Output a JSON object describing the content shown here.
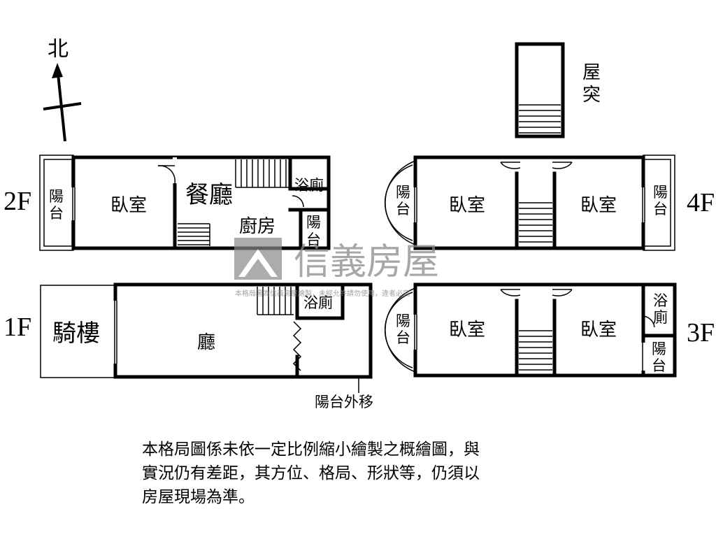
{
  "compass": {
    "north_label": "北"
  },
  "floors": {
    "f1": {
      "label": "1F",
      "rooms": {
        "arcade": "騎樓",
        "hall": "廳",
        "bath": "浴廁",
        "balcony_note": "陽台外移"
      }
    },
    "f2": {
      "label": "2F",
      "rooms": {
        "balcony": "陽台",
        "bedroom": "臥室",
        "dining": "餐廳",
        "kitchen": "廚房",
        "bath": "浴廁",
        "balcony_small": "陽台"
      }
    },
    "f3": {
      "label": "3F",
      "rooms": {
        "balcony_left": "陽台",
        "bedroom_left": "臥室",
        "bedroom_right": "臥室",
        "bath": "浴廁",
        "balcony_right": "陽台"
      }
    },
    "f4": {
      "label": "4F",
      "rooms": {
        "balcony_left": "陽台",
        "bedroom_left": "臥室",
        "bedroom_right": "臥室",
        "balcony_right": "陽台"
      }
    },
    "roof": {
      "label": "屋突"
    }
  },
  "watermark": {
    "brand": "信義房屋",
    "notice": "本格局圖為信義房屋繪製，未經允許請勿使用，違者必究"
  },
  "disclaimer": {
    "lines": [
      "本格局圖係未依一定比例縮小繪製之概繪圖，與",
      "實況仍有差距，其方位、格局、形狀等，仍須以",
      "房屋現場為準。"
    ]
  }
}
